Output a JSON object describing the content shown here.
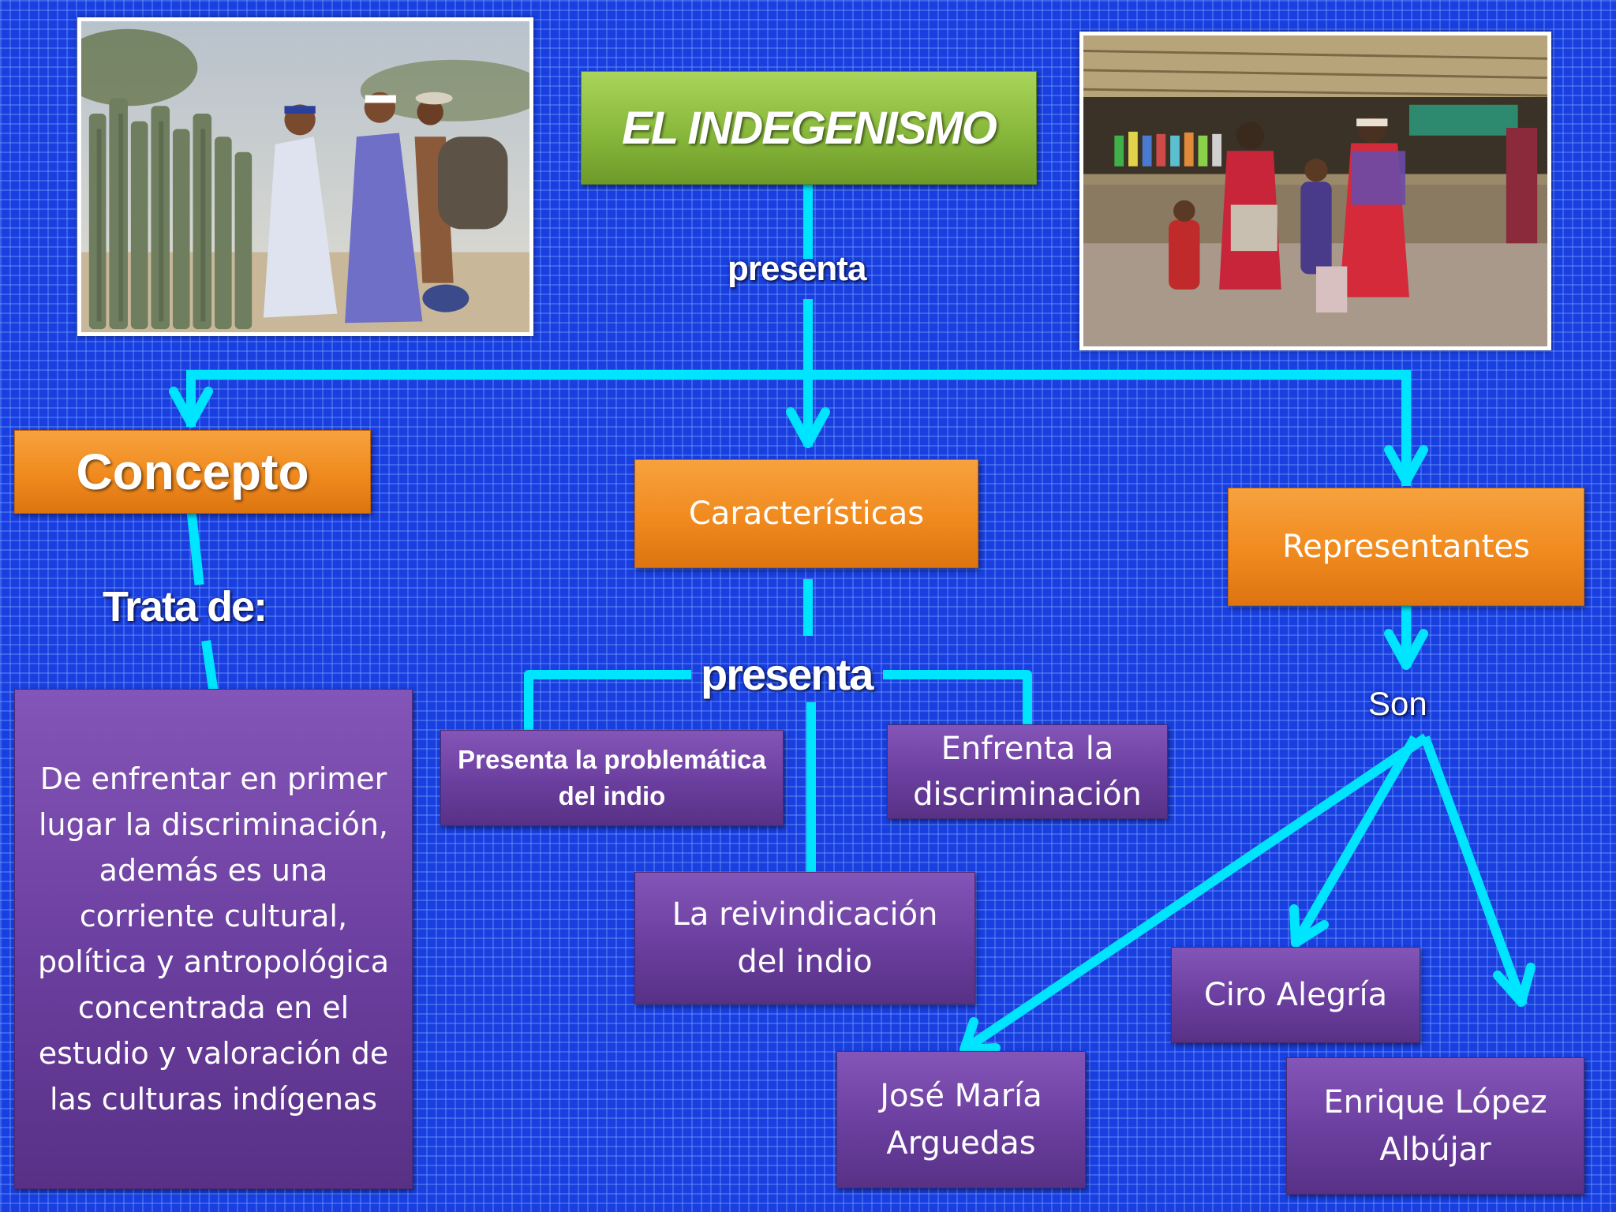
{
  "diagram": {
    "title": "EL INDEGENISMO",
    "links": {
      "presenta_top": "presenta",
      "trata_de": "Trata de:",
      "presenta_mid": "presenta",
      "son": "Son"
    },
    "nodes": {
      "concepto": "Concepto",
      "caracteristicas": "Características",
      "representantes": "Representantes",
      "concepto_desc": "De enfrentar en primer lugar la discriminación, además es una corriente cultural, política y antropológica concentrada en el estudio y valoración de las culturas indígenas",
      "problematica": "Presenta la problemática del indio",
      "enfrenta": "Enfrenta la discriminación",
      "reivindicacion": "La reivindicación del indio",
      "ciro": "Ciro Alegría",
      "jose": "José María Arguedas",
      "enrique": "Enrique López Albújar"
    },
    "colors": {
      "background": "#1a3fe0",
      "connector": "#00e5ff",
      "title_box": "#88b83b",
      "category_box": "#f08a1e",
      "item_box": "#6a3e9e"
    }
  }
}
